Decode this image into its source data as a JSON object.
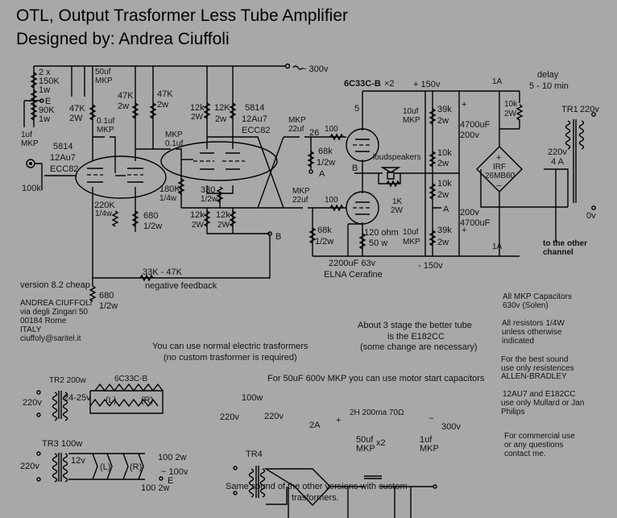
{
  "title": {
    "line1": "OTL, Output Trasformer Less Tube Amplifier",
    "line2": "Designed by: Andrea Ciuffoli"
  },
  "supply_in": {
    "label": "~ 300v"
  },
  "input_stage": {
    "r_150k": [
      "2 x",
      "150K",
      "1w"
    ],
    "tap_e": "E",
    "r_90k": [
      "90K",
      "1w"
    ],
    "c_1uf": [
      "1uf",
      "MKP"
    ],
    "c_50uf": [
      "50uf",
      "MKP"
    ],
    "r_47k_a": [
      "47K",
      "2W"
    ],
    "c_01uf_a": [
      "0.1uf",
      "MKP"
    ],
    "r_47k_b": [
      "47K",
      "2w"
    ],
    "r_47k_c": [
      "47K",
      "2w"
    ],
    "tube1": [
      "5814",
      "12Au7",
      "ECC82"
    ],
    "pot": "100k",
    "c_01uf_b": [
      "MKP",
      "0.1uf"
    ],
    "r_220k": [
      "220K",
      "1/4w"
    ],
    "r_680_a": [
      "680",
      "1/2w"
    ],
    "r_180k": [
      "180K",
      "1/4w"
    ]
  },
  "driver_stage": {
    "r_12k_a": [
      "12k",
      "2W"
    ],
    "r_12k_b": [
      "12K",
      "2w"
    ],
    "tube2": [
      "5814",
      "12Au7",
      "ECC82"
    ],
    "r_330": [
      "330",
      "1/2w"
    ],
    "r_12k_c": [
      "12k",
      "2W"
    ],
    "r_12k_d": [
      "12k",
      "2W"
    ],
    "node_b": "B"
  },
  "feedback": {
    "resistor": "33K - 47K",
    "label": "negative feedback",
    "r_680": [
      "680",
      "1/2w"
    ]
  },
  "version": "version 8.2 cheap",
  "address": [
    "ANDREA CIUFFOLI",
    "via degli Zingari 50",
    "00184 Rome",
    "ITALY",
    "ciuffoly@saritel.it"
  ],
  "output_stage": {
    "tube": "6C33C-B",
    "tube_count": "×2",
    "pin": "5",
    "c_top": [
      "MKP",
      "22uf"
    ],
    "node_26": "26",
    "r_100_top": "100",
    "r_68k_top": [
      "68k",
      "1/2w"
    ],
    "node_a": "A",
    "node_b": "B",
    "loudspeakers": "loudspeakers",
    "r_1k": [
      "1K",
      "2W"
    ],
    "c_bottom": [
      "MKP",
      "22uf"
    ],
    "r_100_bottom": "100",
    "r_68k_bottom": [
      "68k",
      "1/2w"
    ],
    "r_120": [
      "120 ohm",
      "50 w"
    ],
    "c_2200": [
      "2200uF 63v",
      "ELNA Cerafine"
    ]
  },
  "power_rails": {
    "plus": "+ 150v",
    "minus": "- 150v",
    "c_10uf_top": [
      "10uf",
      "MKP"
    ],
    "r_39k_top": [
      "39k",
      "2w"
    ],
    "c_4700_top": [
      "4700uF",
      "200v"
    ],
    "plus_sign": "+",
    "r_10k_a": [
      "10k",
      "2w"
    ],
    "r_10k_b": [
      "10k",
      "2w"
    ],
    "node_a": "A",
    "c_4700_bottom": [
      "200v",
      "4700uF"
    ],
    "c_10uf_bottom": [
      "10uf",
      "MKP"
    ],
    "r_39k_bottom": [
      "39k",
      "2w"
    ],
    "fuse_top": "1A",
    "fuse_bottom": "1A",
    "delay": [
      "delay",
      "5 - 10 min"
    ],
    "r_10k_delay": [
      "10k",
      "2W"
    ],
    "tr1": "TR1",
    "tr1_primary": "220v",
    "tr1_secondary": [
      "220v",
      "4 A"
    ],
    "bridge": [
      "IRF",
      "26MB60"
    ],
    "bridge_plus": "+",
    "bridge_minus": "−",
    "zero_v": "0v",
    "other_channel": [
      "to the other",
      "channel"
    ]
  },
  "notes": {
    "mkp": [
      "All MKP Capacitors",
      "630v (Solen)"
    ],
    "resistors": [
      "All resistors 1/4W",
      "unless otherwise",
      "indicated"
    ],
    "best_sound": [
      "For the best sound",
      "use only resistences",
      "ALLEN-BRADLEY"
    ],
    "tubes": [
      "12AU7 and E182CC",
      "use only Mullard or Jan",
      "Philips"
    ],
    "commercial": [
      "For commercial use",
      "or any questions",
      "contact me."
    ],
    "stage3": [
      "About 3 stage the better tube",
      "is the E182CC",
      "(some change are necessary)"
    ],
    "normal_trafo": [
      "You can use normal electric trasformers",
      "(no custom trasformer is required)"
    ],
    "motor_caps": "For 50uF 600v MKP you can use motor start capacitors",
    "same_sound": [
      "Same sound of the other versions with custom",
      "trasformers."
    ]
  },
  "tr2": {
    "title": "TR2 200w",
    "tube": "6C33C-B",
    "primary": "220v",
    "secondary": "24-25v",
    "left": "(L)",
    "right": "(R)"
  },
  "tr3": {
    "title": "TR3 100w",
    "primary": "220v",
    "secondary": "12v",
    "left": "(L)",
    "right": "(R)",
    "r_top": "100 2w",
    "out": "~ 100v",
    "e": "E",
    "r_bottom": "100 2w"
  },
  "tr4": {
    "power": "100w",
    "primary": "220v",
    "secondary": "220v",
    "bridge": "2A",
    "plus": "+",
    "choke": "2H 200ma 70Ω",
    "tilde": "~",
    "out": "300v",
    "c_50uf": [
      "50uf",
      "MKP"
    ],
    "x2": "x2",
    "c_1uf": [
      "1uf",
      "MKP"
    ],
    "name": "TR4"
  }
}
